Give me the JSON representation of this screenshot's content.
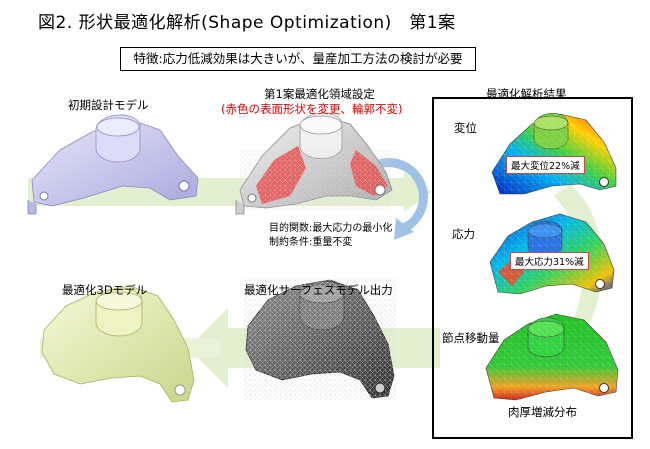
{
  "title": "図2. 形状最適化解析(Shape Optimization)　第1案",
  "feature": "特徴:応力低減効果は大きいが、量産加工方法の検討が必要",
  "stages": {
    "initial": "初期設計モデル",
    "region_title": "第1案最適化領域設定",
    "region_note": "(赤色の表面形状を変更、輪郭不変)",
    "objective": "目的関数:最大応力の最小化",
    "constraint": "制約条件:重量不変",
    "results_title": "最適化解析結果",
    "surface_output": "最適化サーフェスモデル出力",
    "model3d": "最適化3Dモデル"
  },
  "results": {
    "displacement_label": "変位",
    "displacement_callout": "最大変位22%減",
    "stress_label": "応力",
    "stress_callout": "最大応力31%減",
    "nodal_label": "節点移動量",
    "nodal_caption": "肉厚増減分布"
  },
  "colors": {
    "arrow_green": "#e3f0d0",
    "highlight_red": "#e00000",
    "cycle_blue": "#9fc3e6",
    "model_lavender": "#c8c8ef",
    "model_yellow": "#e8f0b8"
  }
}
